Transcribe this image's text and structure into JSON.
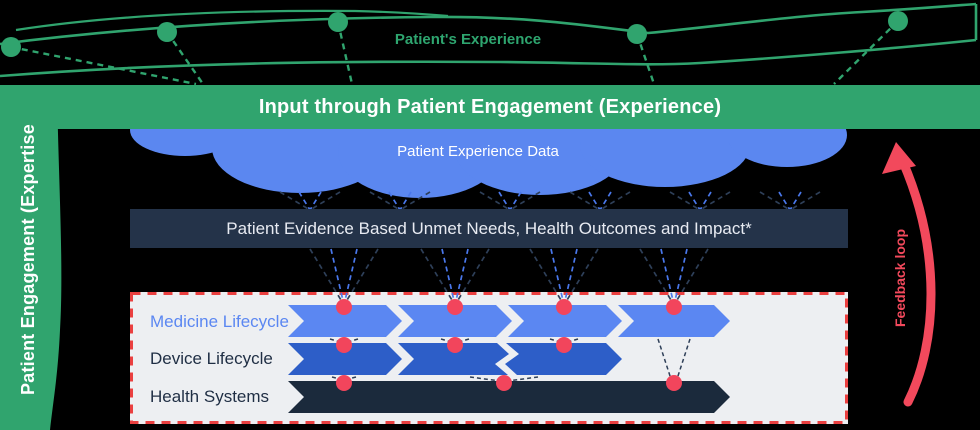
{
  "ribbon": {
    "label": "Patient's Experience",
    "dot_count": 5
  },
  "top_bar": {
    "title": "Input through Patient Engagement (Experience)"
  },
  "left_bar": {
    "title": "Patient Engagement (Expertise"
  },
  "cloud": {
    "label": "Patient Experience Data"
  },
  "evidence_bar": {
    "label": "Patient Evidence Based Unmet Needs, Health Outcomes and Impact*"
  },
  "feedback": {
    "label": "Feedback loop"
  },
  "lifecycle_box": {
    "rows": [
      {
        "id": "medicine",
        "label": "Medicine Lifecycle",
        "label_color": "#5b87f2",
        "fill": "#5b87f2",
        "y": [
          305,
          337
        ],
        "segments": [
          [
            288,
            386
          ],
          [
            398,
            496
          ],
          [
            508,
            606
          ],
          [
            618,
            714
          ]
        ],
        "dots": [
          344,
          455,
          564,
          674
        ],
        "break_after": null
      },
      {
        "id": "device",
        "label": "Device Lifecycle",
        "label_color": "#1f2e44",
        "fill": "#2d5ec8",
        "y": [
          343,
          375
        ],
        "segments": [
          [
            288,
            386
          ],
          [
            398,
            497
          ],
          [
            506,
            606
          ]
        ],
        "dots": [
          344,
          455,
          564
        ],
        "break_after": 1
      },
      {
        "id": "health",
        "label": "Health Systems",
        "label_color": "#1f2e44",
        "fill": "#1b2a3c",
        "y": [
          381,
          413
        ],
        "segments": [
          [
            288,
            714
          ]
        ],
        "dots": [
          344,
          504,
          674
        ],
        "break_after": null
      }
    ],
    "dot_color": "#f2455c"
  },
  "colors": {
    "green": "#30a46e",
    "cloud_blue": "#5b87f0",
    "evidence_navy": "#243349",
    "box_bg": "#edeff2",
    "box_border_red": "#ea4040",
    "red": "#f2495c",
    "dash_navy": "#2e3f58",
    "dash_blue": "#4a78ec"
  }
}
